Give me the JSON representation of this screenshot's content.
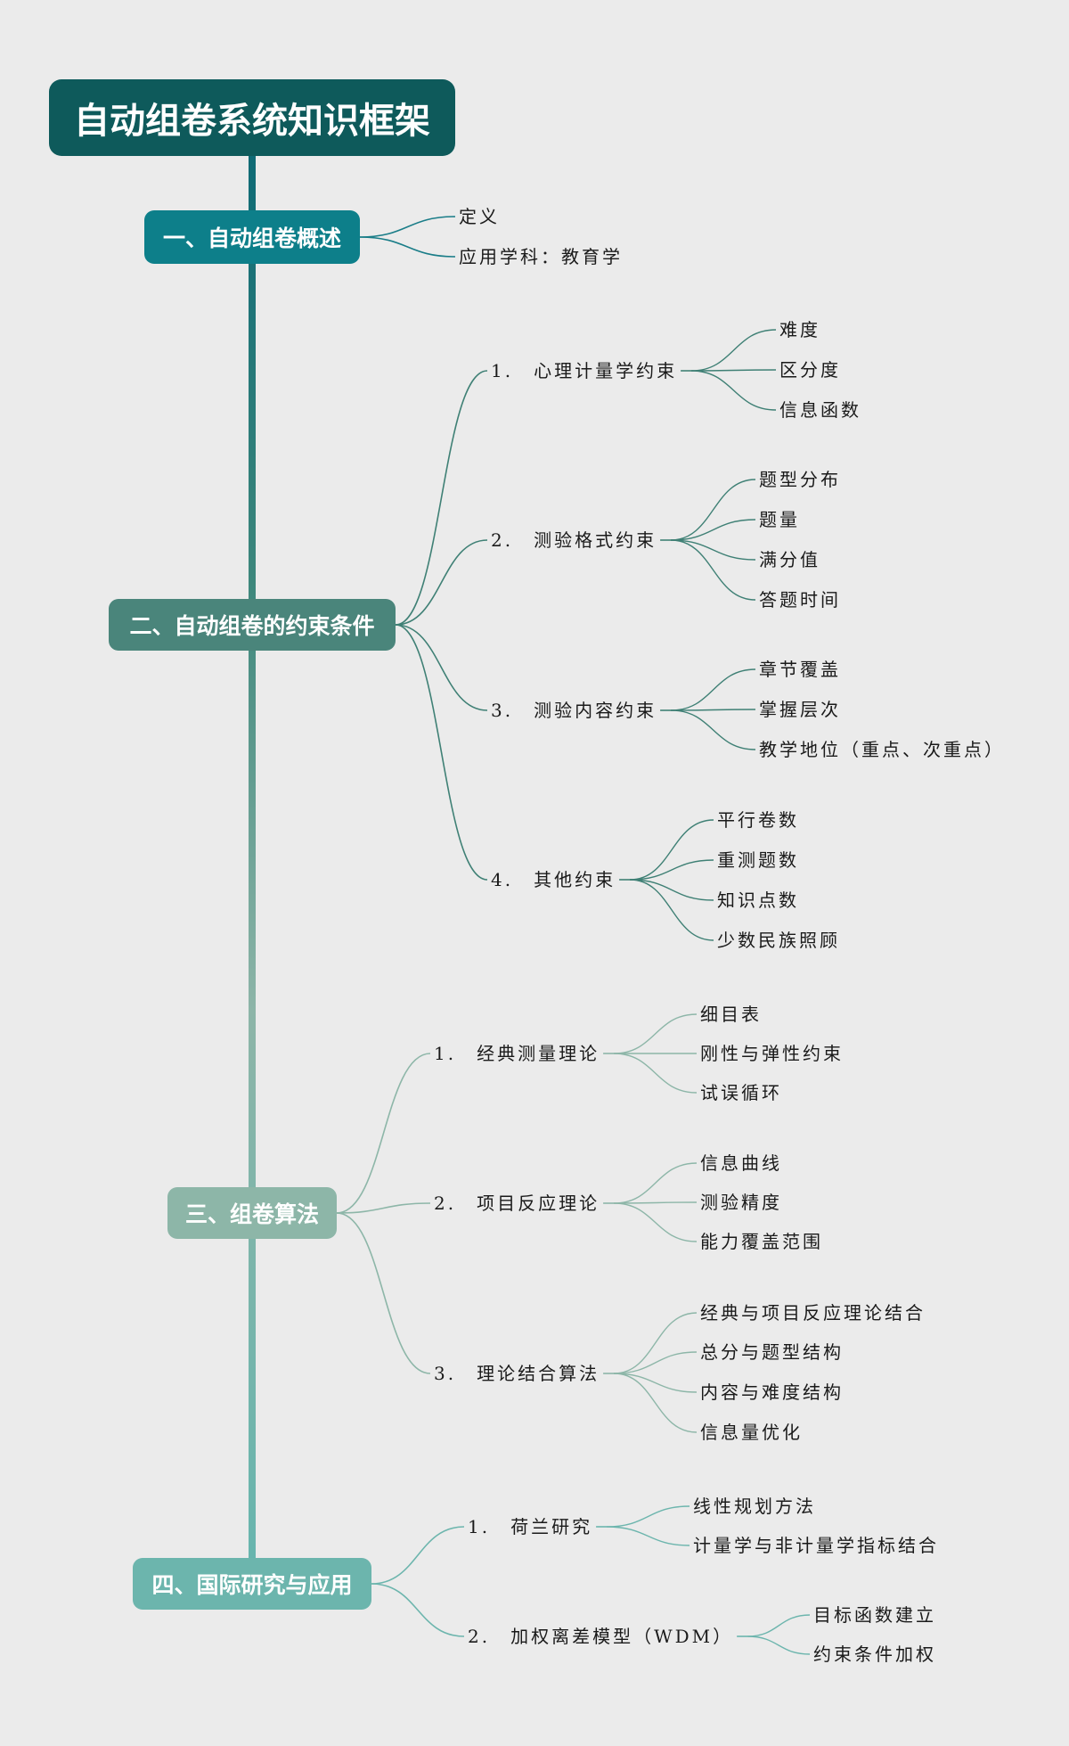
{
  "title": "自动组卷系统知识框架",
  "colors": {
    "spine_top": "#0e6a75",
    "spine_mid": "#3d877c",
    "spine_low": "#8db5a8",
    "spine_bottom": "#66b5ae",
    "section1": "#0d7f8a",
    "section2": "#4a857b",
    "section3": "#8db6a8",
    "section4": "#6cb5ad",
    "line1": "#1a7d88",
    "line2": "#3f8075",
    "line3": "#8db6a8",
    "line4": "#6cb5ad"
  },
  "sections": [
    {
      "label": "一、自动组卷概述",
      "children": [
        {
          "label": "定义"
        },
        {
          "label": "应用学科：教育学"
        }
      ]
    },
    {
      "label": "二、自动组卷的约束条件",
      "children": [
        {
          "label": "1.　心理计量学约束",
          "children": [
            "难度",
            "区分度",
            "信息函数"
          ]
        },
        {
          "label": "2.　测验格式约束",
          "children": [
            "题型分布",
            "题量",
            "满分值",
            "答题时间"
          ]
        },
        {
          "label": "3.　测验内容约束",
          "children": [
            "章节覆盖",
            "掌握层次",
            "教学地位（重点、次重点）"
          ]
        },
        {
          "label": "4.　其他约束",
          "children": [
            "平行卷数",
            "重测题数",
            "知识点数",
            "少数民族照顾"
          ]
        }
      ]
    },
    {
      "label": "三、组卷算法",
      "children": [
        {
          "label": "1.　经典测量理论",
          "children": [
            "细目表",
            "刚性与弹性约束",
            "试误循环"
          ]
        },
        {
          "label": "2.　项目反应理论",
          "children": [
            "信息曲线",
            "测验精度",
            "能力覆盖范围"
          ]
        },
        {
          "label": "3.　理论结合算法",
          "children": [
            "经典与项目反应理论结合",
            "总分与题型结构",
            "内容与难度结构",
            "信息量优化"
          ]
        }
      ]
    },
    {
      "label": "四、国际研究与应用",
      "children": [
        {
          "label": "1.　荷兰研究",
          "children": [
            "线性规划方法",
            "计量学与非计量学指标结合"
          ]
        },
        {
          "label": "2.　加权离差模型（WDM）",
          "children": [
            "目标函数建立",
            "约束条件加权"
          ]
        }
      ]
    }
  ]
}
